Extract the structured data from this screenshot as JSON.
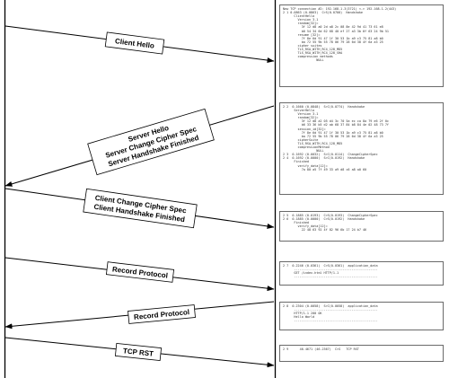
{
  "arrows": [
    {
      "lines": [
        "Client Hello"
      ]
    },
    {
      "lines": [
        "Server Hello",
        "Server Change Cipher Spec",
        "Server Handshake Finished"
      ]
    },
    {
      "lines": [
        "Client Change Cipher Spec",
        "Client Handshake Finished"
      ]
    },
    {
      "lines": [
        "Record Protocol"
      ]
    },
    {
      "lines": [
        "Record Protocol"
      ]
    },
    {
      "lines": [
        "TCP RST"
      ]
    }
  ],
  "panes": [
    {
      "text": "New TCP connection #2: 192.168.1.3(3721) <-> 192.168.1.2(443)\n2 1 0.0863 (0.0863)  C>S(0.0700)  Handshake\n      ClientHello\n        Version 3.1\n        random[32]=\n          3f 12 d8 a0 2d a8 2c 08 8e 42 9d 41 73 61 e8\n          b0 54 34 6d 62 68 40 ef 27 a3 3b 6f 63 24 9b 51\n        resume [32]=\n          7f 8e 6d 91 47 1f 30 53 1b a9 c3 75 81 a8 b0\n          ba 72 55 9b 55 78 06 79 28 6d 38 4f 6a a3 25\n        cipher suites\n        TLS_RSA_WITH_RC4_128_MD5\n        TLS_RSA_WITH_RC4_128_SHA\n        compression methods\n                  NULL"
    },
    {
      "text": "2 2  0.1660 (0.0848)  S>C(0.0774)  Handshake\n      ServerHello\n        Version 3.1\n        random[32]=\n          3f 12 d8 a2 05 d4 3c 70 5a ec ca 8a 79 e6 2f 0c\n          b6 33 36 b5 d2 ab 68 37 84 b8 84 4e 02 48 73 7f\n        session_id[32]=\n          7f 8e 6d 91 47 1f 30 53 1b a9 c3 75 81 a8 b0\n          ba 72 55 9b 55 78 06 79 28 6d 38 4f 6a a3 25\n        cipherSuite\n        TLS_RSA_WITH_RC4_128_MD5\n        compressionMethod\n                  NULL\n2 3  0.1692 (0.0032)  S>C(0.0114)  ChangeCipherSpec\n2 4  0.1692 (0.0000)  S>C(0.0192)  Handshake\n      Finished\n        verify_data[12]=\n          7a 80 a5 7f 49 33 a9 d8 c6 a8 a0 60"
    },
    {
      "text": "2 5  0.1885 (0.0193)  C>S(0.0193)  ChangeCipherSpec\n2 6  0.1885 (0.0000)  C>S(0.0192)  Handshake\n      Finished\n        verify_data[12]=\n          22 48 63 92 4f 82 96 6b 17 24 b7 46"
    },
    {
      "text": "2 7  0.2246 (0.0361)  C>S(0.0361)  application_data\n      ---------------------------------------------\n      GET /index.html HTTP/1.1\n      ---------------------------------------------"
    },
    {
      "text": "2 8  0.2304 (0.0058)  S>C(0.0058)  application_data\n      ---------------------------------------------\n      HTTP/1.1 200 OK\n      Hello World\n      ---------------------------------------------"
    },
    {
      "text": "2 9      46.4671 (46.2367)  C>S   TCP RST"
    }
  ]
}
